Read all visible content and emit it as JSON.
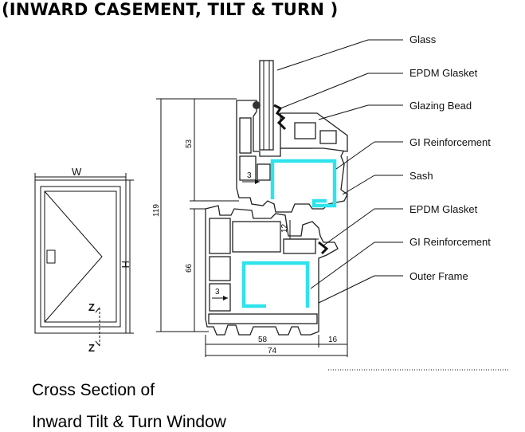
{
  "title": "(INWARD CASEMENT, TILT & TURN )",
  "caption": {
    "line1": "Cross Section of",
    "line2": "Inward Tilt & Turn Window"
  },
  "callouts": [
    "Glass",
    "EPDM Glasket",
    "Glazing Bead",
    "GI Reinforcement",
    "Sash",
    "EPDM Glasket",
    "GI Reinforcement",
    "Outer Frame"
  ],
  "window_elevation": {
    "width_label": "W",
    "height_label": "H",
    "section_marker": "Z"
  },
  "dimensions": {
    "overall_height": "119",
    "sash_height": "53",
    "frame_height": "66",
    "sash_gap": "3",
    "frame_gap": "3",
    "overlap": "12",
    "frame_depth": "58",
    "bead_offset": "16",
    "total_depth": "74"
  },
  "colors": {
    "reinforcement": "#2fe3ec",
    "line": "#111111"
  }
}
